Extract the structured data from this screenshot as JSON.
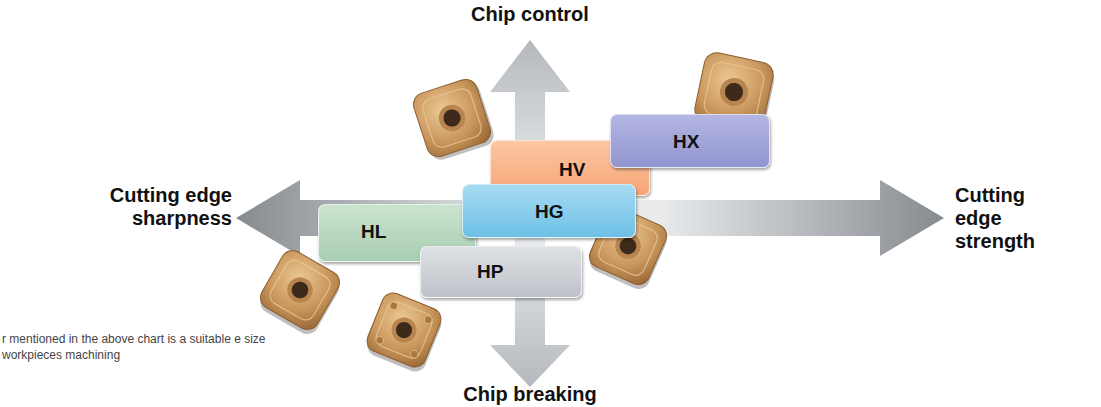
{
  "diagram": {
    "nodes": [
      {
        "text": [
          "HX"
        ]
      },
      {
        "text": [
          "HV"
        ]
      },
      {
        "text": [
          "HG"
        ]
      },
      {
        "text": [
          "HL"
        ]
      },
      {
        "text": [
          "HP"
        ]
      }
    ],
    "labels": [
      "Chip control",
      "Cutting edge sharpness",
      "Cutting edge strength",
      "Chip breaking",
      "r mentioned in the above chart is a suitable e size workpieces machining"
    ]
  }
}
